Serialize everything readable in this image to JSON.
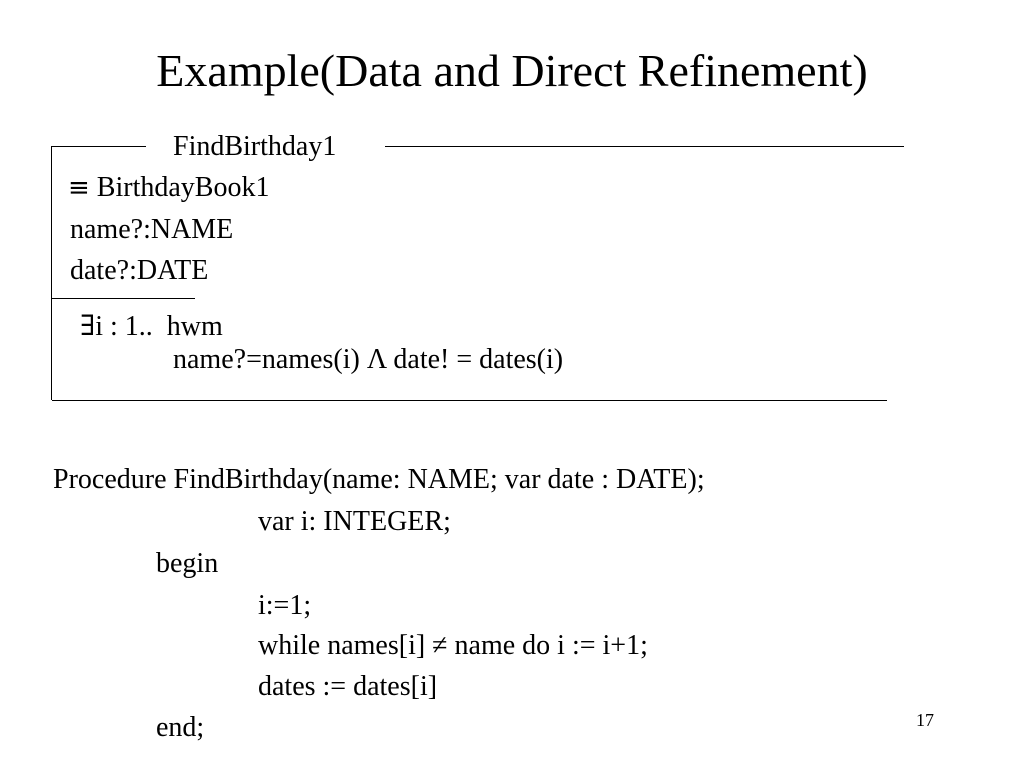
{
  "slide": {
    "title": "Example(Data and Direct Refinement)",
    "page_number": "17"
  },
  "schema": {
    "name": "FindBirthday1",
    "declarations": [
      {
        "symbol": "≡",
        "text": " BirthdayBook1"
      },
      {
        "text": "name?:NAME"
      },
      {
        "text": "date?:DATE"
      }
    ],
    "predicate": {
      "line1_symbol": "∃",
      "line1_text": "i : 1..  hwm",
      "line2": "name?=names(i) Λ date! = dates(i)"
    }
  },
  "procedure": {
    "lines": [
      "Procedure FindBirthday(name: NAME; var date : DATE);",
      "var i: INTEGER;",
      "begin",
      "i:=1;",
      "while names[i] ≠ name do i := i+1;",
      "dates := dates[i]",
      "end;"
    ]
  }
}
